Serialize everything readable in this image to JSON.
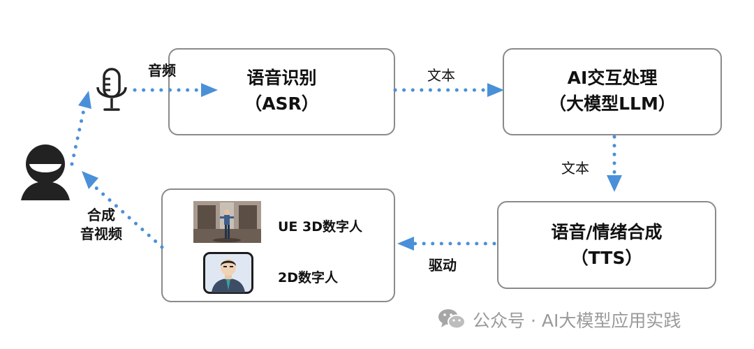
{
  "nodes": {
    "asr": {
      "title": "语音识别",
      "subtitle": "（ASR）"
    },
    "llm": {
      "title": "AI交互处理",
      "subtitle": "（大模型LLM）"
    },
    "tts": {
      "title": "语音/情绪合成",
      "subtitle": "（TTS）"
    },
    "avatar": {
      "ue_label": "UE 3D数字人",
      "twod_label": "2D数字人"
    }
  },
  "edges": {
    "mic_to_asr": "音频",
    "asr_to_llm": "文本",
    "llm_to_tts": "文本",
    "tts_to_avatar": "驱动",
    "avatar_to_user": [
      "合成",
      "音视频"
    ]
  },
  "watermark": "公众号 · AI大模型应用实践",
  "colors": {
    "arrow": "#4a90d9",
    "border": "#8a8a8a",
    "icon": "#222222",
    "watermark": "#9a9a9a"
  },
  "icons": {
    "user": "user-icon",
    "mic": "microphone-icon",
    "wechat": "wechat-icon"
  }
}
